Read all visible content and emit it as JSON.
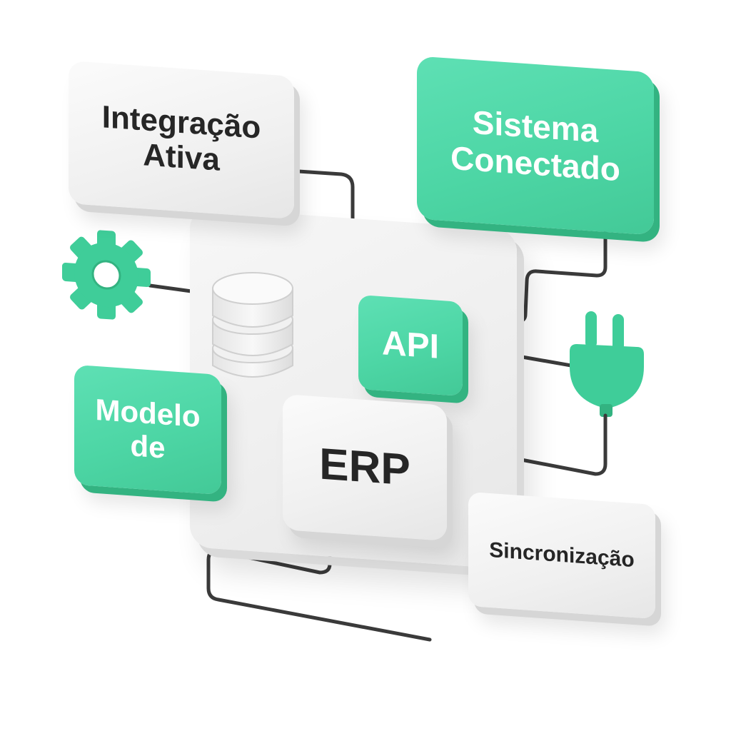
{
  "nodes": {
    "integracao": "Integração Ativa",
    "sistema": "Sistema Conectado",
    "modelo": "Modelo de",
    "api": "API",
    "erp": "ERP",
    "sincronizacao": "Sincronização"
  },
  "icons": {
    "gear": "gear-icon",
    "database": "database-icon",
    "plug": "plug-icon"
  },
  "colors": {
    "accent_green": "#4dd6a5",
    "card_light": "#f2f2f2",
    "wire": "#3a3a3a",
    "text_dark": "#262626",
    "text_light": "#ffffff"
  }
}
